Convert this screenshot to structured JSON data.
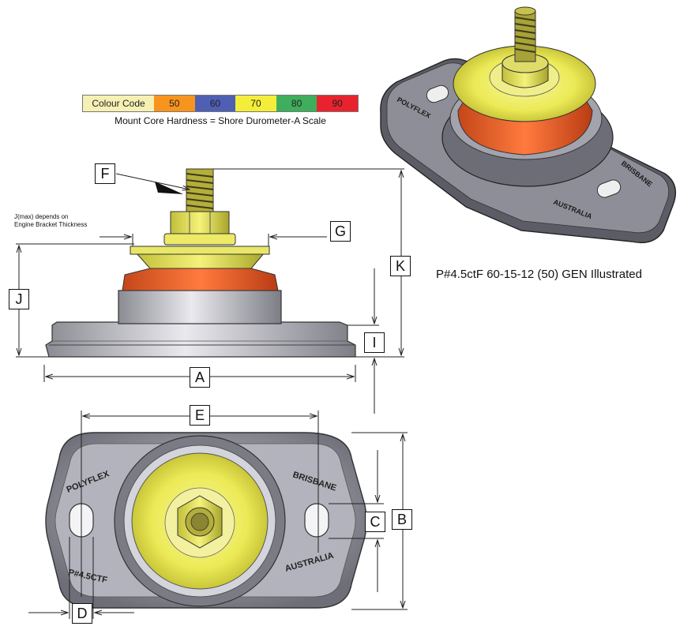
{
  "legend": {
    "label": "Colour Code",
    "swatches": [
      {
        "value": "50",
        "color": "#f7941d"
      },
      {
        "value": "60",
        "color": "#4f5fb4"
      },
      {
        "value": "70",
        "color": "#f4ee3a"
      },
      {
        "value": "80",
        "color": "#3fae5c"
      },
      {
        "value": "90",
        "color": "#e8232e"
      }
    ],
    "caption": "Mount Core Hardness = Shore Durometer-A Scale"
  },
  "illustration_caption": "P#4.5ctF 60-15-12 (50) GEN Illustrated",
  "notes": {
    "jmax_line1": "J(max) depends on",
    "jmax_line2": "Engine Bracket Thickness"
  },
  "dimension_labels": {
    "A": "A",
    "B": "B",
    "C": "C",
    "D": "D",
    "E": "E",
    "F": "F",
    "G": "G",
    "I": "I",
    "J": "J",
    "K": "K"
  },
  "base_markings": {
    "polyflex": "POLYFLEX",
    "brisbane": "BRISBANE",
    "part_no": "P#4.5CTF",
    "australia": "AUSTRALIA"
  },
  "iso_markings": {
    "polyflex": "POLYFLEX",
    "brisbane": "BRISBANE",
    "australia": "AUSTRALIA"
  }
}
